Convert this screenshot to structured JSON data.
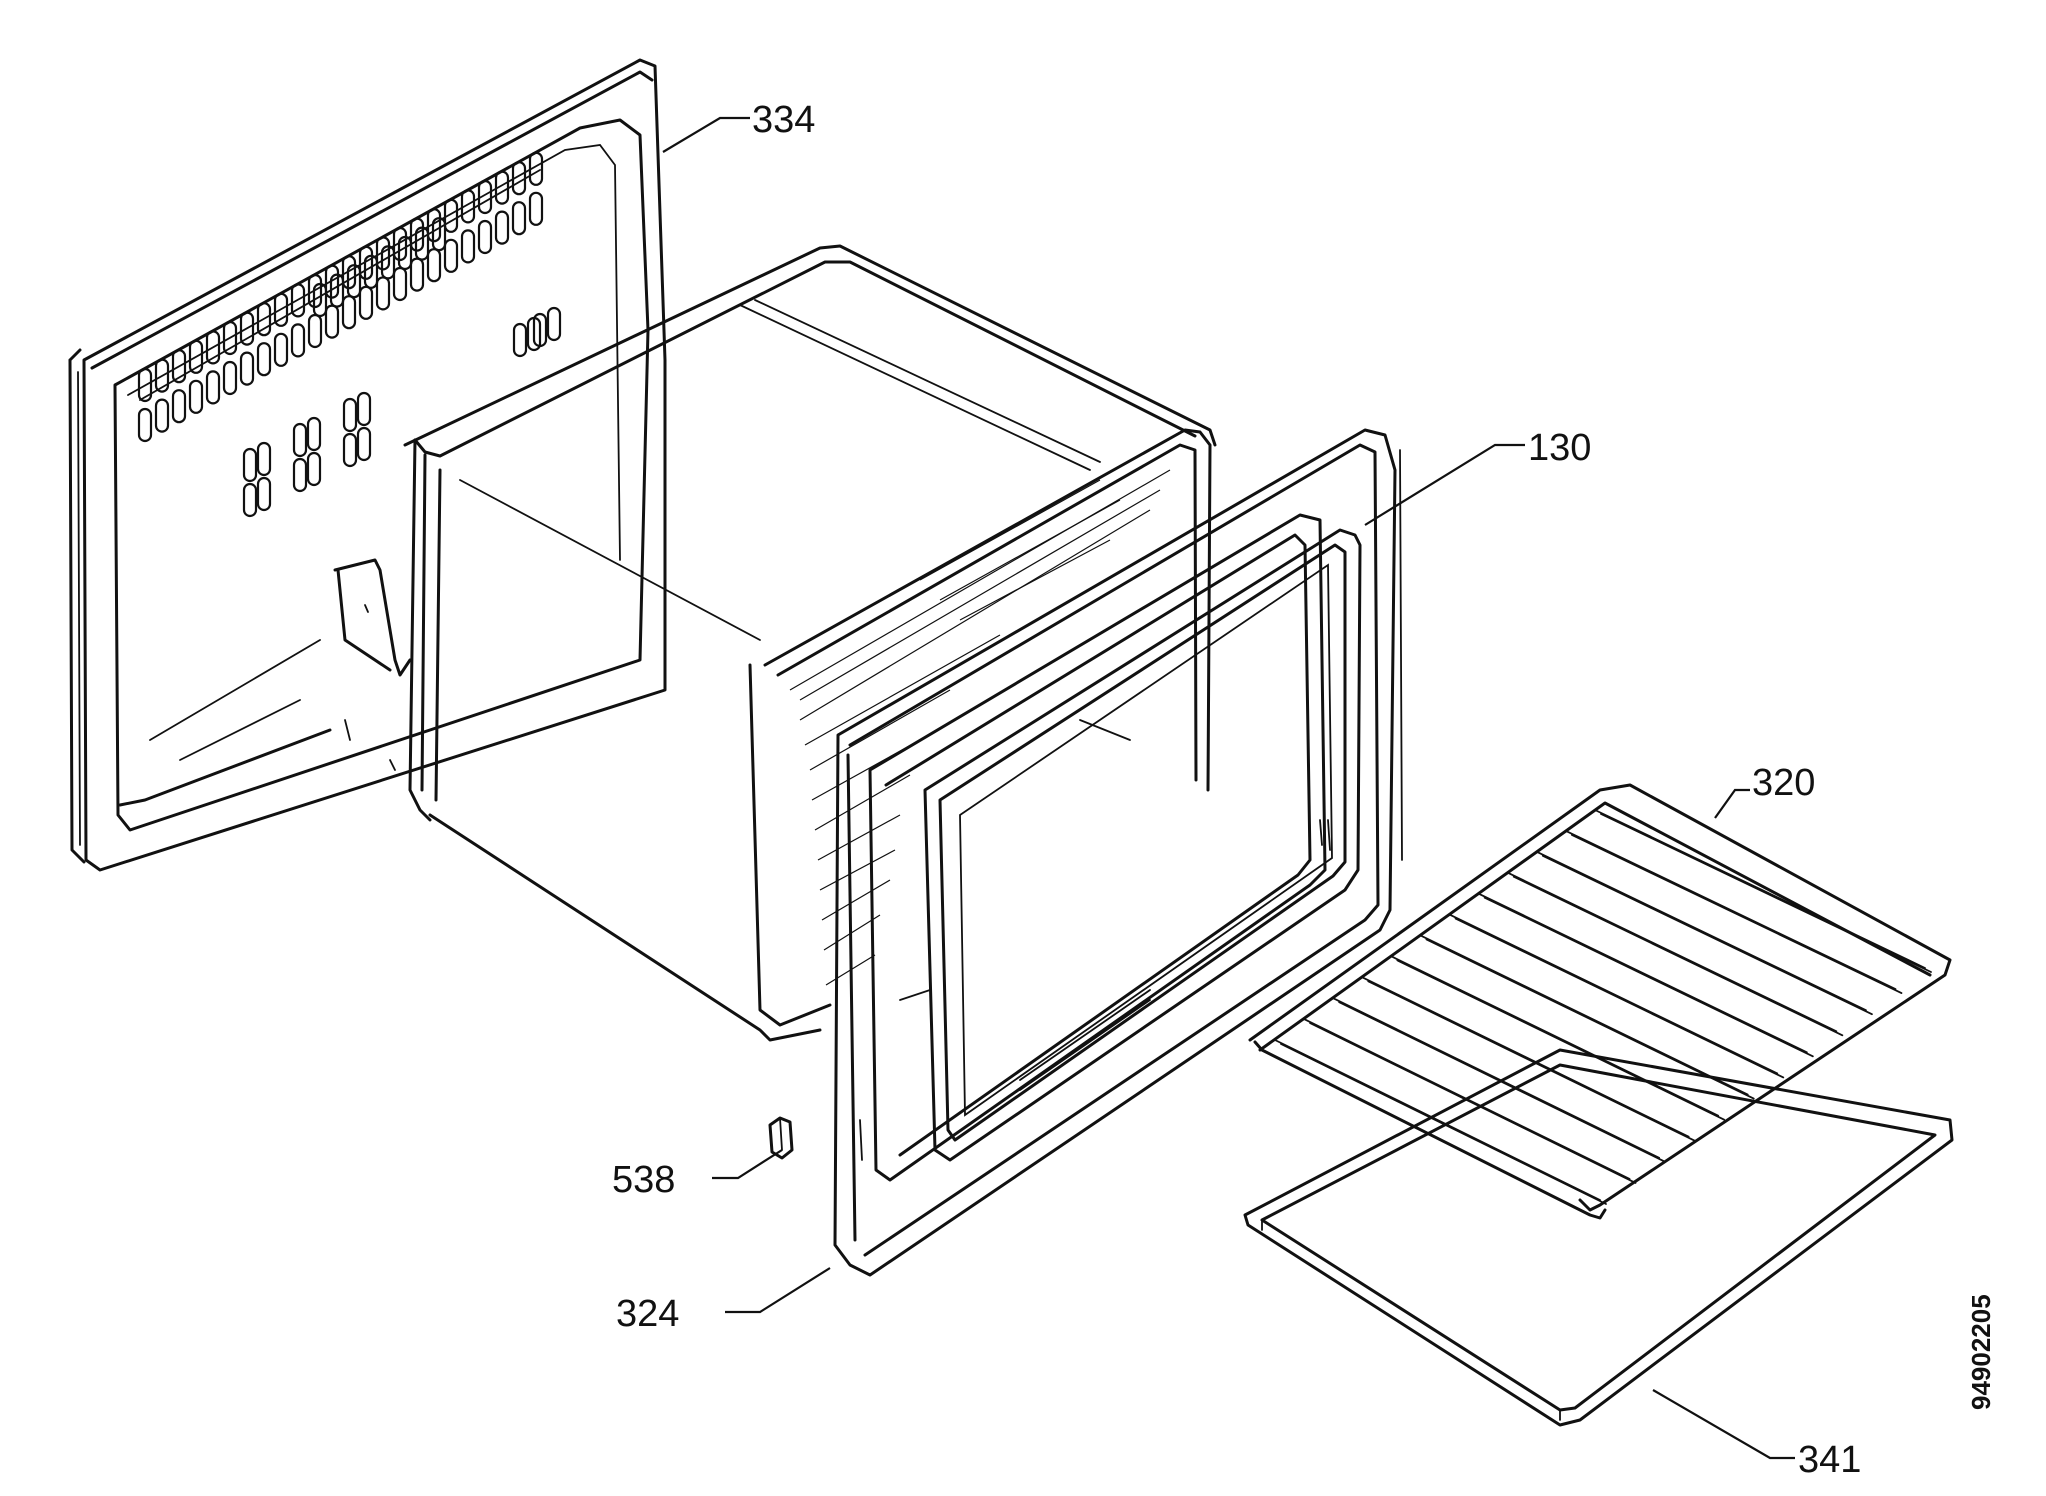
{
  "diagram": {
    "colors": {
      "line": "#111111",
      "background": "#ffffff"
    },
    "parts": [
      {
        "id": "rear-panel",
        "label": "334"
      },
      {
        "id": "oven-door-frame",
        "label": "130"
      },
      {
        "id": "wire-shelf",
        "label": "320"
      },
      {
        "id": "clip",
        "label": "538"
      },
      {
        "id": "door-gasket-frame",
        "label": "324"
      },
      {
        "id": "baking-tray",
        "label": "341"
      }
    ],
    "document_number": "94902205"
  }
}
